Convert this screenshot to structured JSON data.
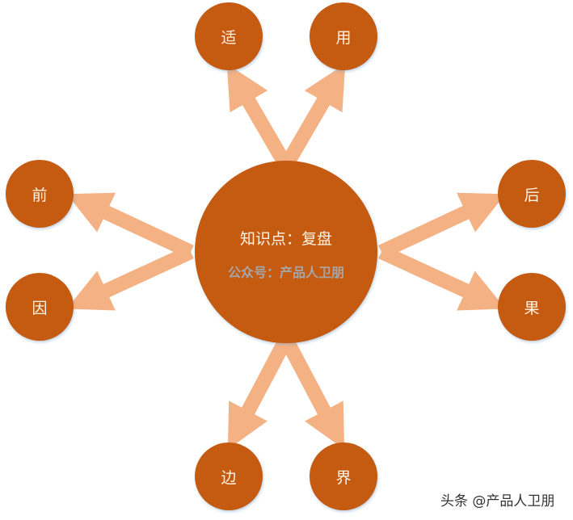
{
  "diagram": {
    "center": {
      "title": "知识点：复盘",
      "subtitle": "公众号：产品人卫朋"
    },
    "nodes": {
      "top_left": "适",
      "top_right": "用",
      "left_top": "前",
      "left_bottom": "因",
      "right_top": "后",
      "right_bottom": "果",
      "bottom_left": "边",
      "bottom_right": "界"
    },
    "colors": {
      "node_fill": "#c55a11",
      "arrow_fill": "#f4b183",
      "subtitle_text": "#a6a6a6",
      "node_text": "#fff5e6"
    }
  },
  "watermark": "头条 @产品人卫朋"
}
